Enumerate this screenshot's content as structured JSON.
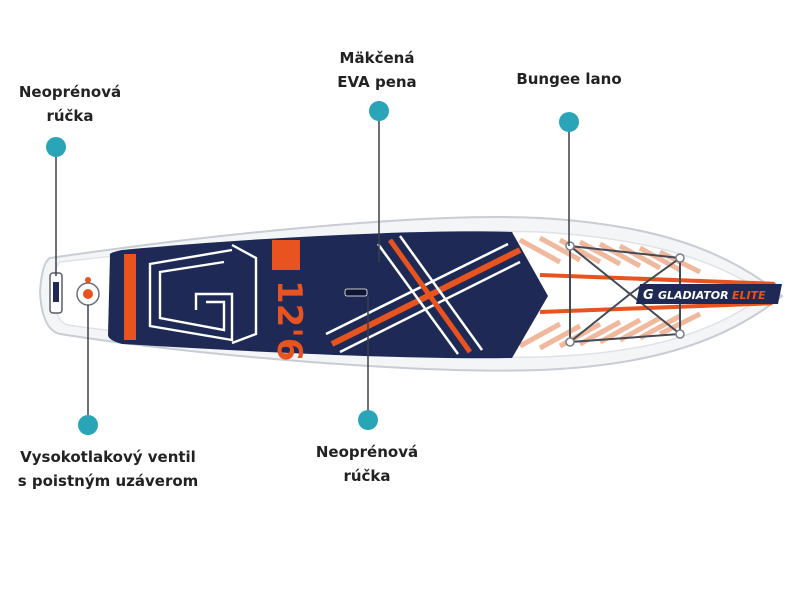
{
  "callouts": [
    {
      "id": "handle-tail",
      "lines": [
        "Neoprénová",
        "rúčka"
      ]
    },
    {
      "id": "eva",
      "lines": [
        "Mäkčená",
        "EVA pena"
      ]
    },
    {
      "id": "bungee",
      "lines": [
        "Bungee lano"
      ]
    },
    {
      "id": "valve",
      "lines": [
        "Vysokotlakový ventil",
        "s poistným uzáverom"
      ]
    },
    {
      "id": "handle-center",
      "lines": [
        "Neoprénová",
        "rúčka"
      ]
    }
  ],
  "board": {
    "size_text": "12'6",
    "brand_text": "GLADIATOR",
    "model_text": "ELITE",
    "logo_letter": "G"
  },
  "colors": {
    "navy": "#1e2a55",
    "orange": "#e8531f",
    "peach": "#f0b89c",
    "marker": "#2aa5b8",
    "rail": "#d9dde4"
  }
}
